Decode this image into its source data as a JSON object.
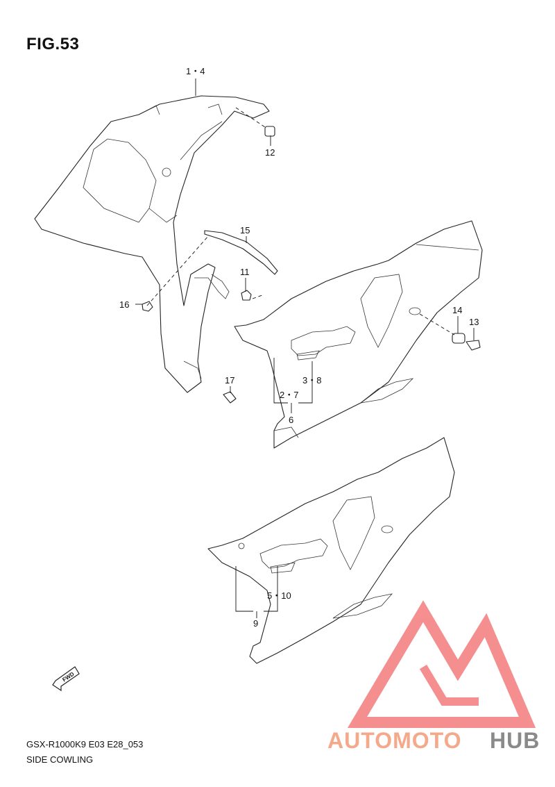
{
  "figure": {
    "title": "FIG.53"
  },
  "footer": {
    "model_code": "GSX-R1000K9 E03 E28_053",
    "section_name": "SIDE COWLING"
  },
  "fwd_arrow": {
    "label": "FWD"
  },
  "watermark": {
    "part1": "AUTOMOTO",
    "part2": "HUB",
    "color1": "#f4a98a",
    "color2": "#8a8a8a",
    "logo_color": "#f47c7c"
  },
  "callouts": {
    "c1_4": "1・4",
    "c12": "12",
    "c15": "15",
    "c11": "11",
    "c16": "16",
    "c14": "14",
    "c13": "13",
    "c3_8": "3・8",
    "c2_7": "2・7",
    "c6": "6",
    "c17": "17",
    "c5_10": "5・10",
    "c9": "9"
  }
}
